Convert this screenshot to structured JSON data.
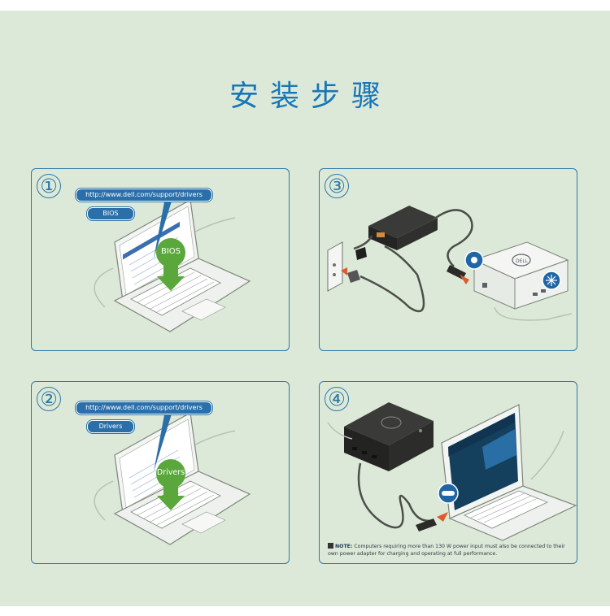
{
  "title": "安装步骤",
  "steps": [
    {
      "number": "①",
      "url": "http://www.dell.com/support/drivers",
      "label": "BIOS",
      "arrow_label": "BIOS"
    },
    {
      "number": "②",
      "url": "http://www.dell.com/support/drivers",
      "label": "Drivers",
      "arrow_label": "Drivers"
    },
    {
      "number": "③"
    },
    {
      "number": "④",
      "note_heading": "NOTE:",
      "note_text": "Computers requiring more than 130 W power input must also be connected to their own power adapter for charging and operating at full performance."
    }
  ],
  "colors": {
    "accent": "#1976b5",
    "panel_border": "#2a78a8",
    "background": "#dde9d8",
    "green": "#5aa83c",
    "arrow_red": "#e05a2c"
  },
  "dock_logo": "dell-logo"
}
